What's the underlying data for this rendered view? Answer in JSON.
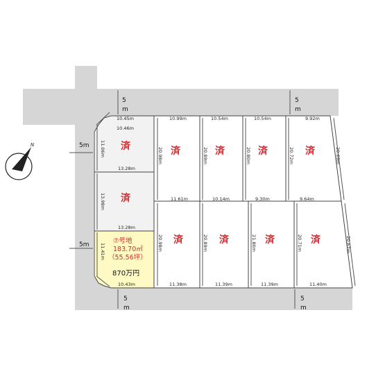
{
  "roads": {
    "north_top_width": "5",
    "north_top_unit": "m",
    "north_right_width": "5",
    "north_right_unit": "m",
    "west_upper_width": "5m",
    "west_lower_width": "5m",
    "south_left_width": "5",
    "south_left_unit": "m",
    "south_right_width": "5",
    "south_right_unit": "m"
  },
  "compass": {
    "label": "N"
  },
  "sold_mark": "済",
  "lots": {
    "lot_top_left": {
      "top_front": "10.45m",
      "top_back": "10.46m",
      "left_side": "11.06m",
      "bottom": "13.28m"
    },
    "lot_mid_left": {
      "left_side": "13.98m",
      "bottom": "13.28m"
    },
    "lot_7": {
      "name": "⑦号地",
      "area_sqm": "183.70㎡",
      "area_tsubo": "（55.56坪）",
      "price": "870万円",
      "left_side": "11.41m",
      "bottom": "10.43m"
    },
    "upper_row": [
      {
        "top": "10.99m",
        "side": "20.98m",
        "bottom": "11.61m"
      },
      {
        "top": "10.54m",
        "side": "20.89m",
        "bottom": "10.14m"
      },
      {
        "top": "10.54m",
        "side": "20.80m",
        "bottom": "9.30m"
      },
      {
        "top": "9.92m",
        "side": "20.72m",
        "bottom": "9.64m"
      }
    ],
    "upper_right_edge": "20.69m",
    "lower_row": [
      {
        "side": "20.98m",
        "bottom": "11.38m"
      },
      {
        "side": "20.89m",
        "bottom": "11.39m"
      },
      {
        "side": "21.80m",
        "bottom": "11.39m"
      },
      {
        "side": "20.71m",
        "bottom": "11.40m"
      }
    ],
    "lower_right_edge": "20.67m"
  }
}
